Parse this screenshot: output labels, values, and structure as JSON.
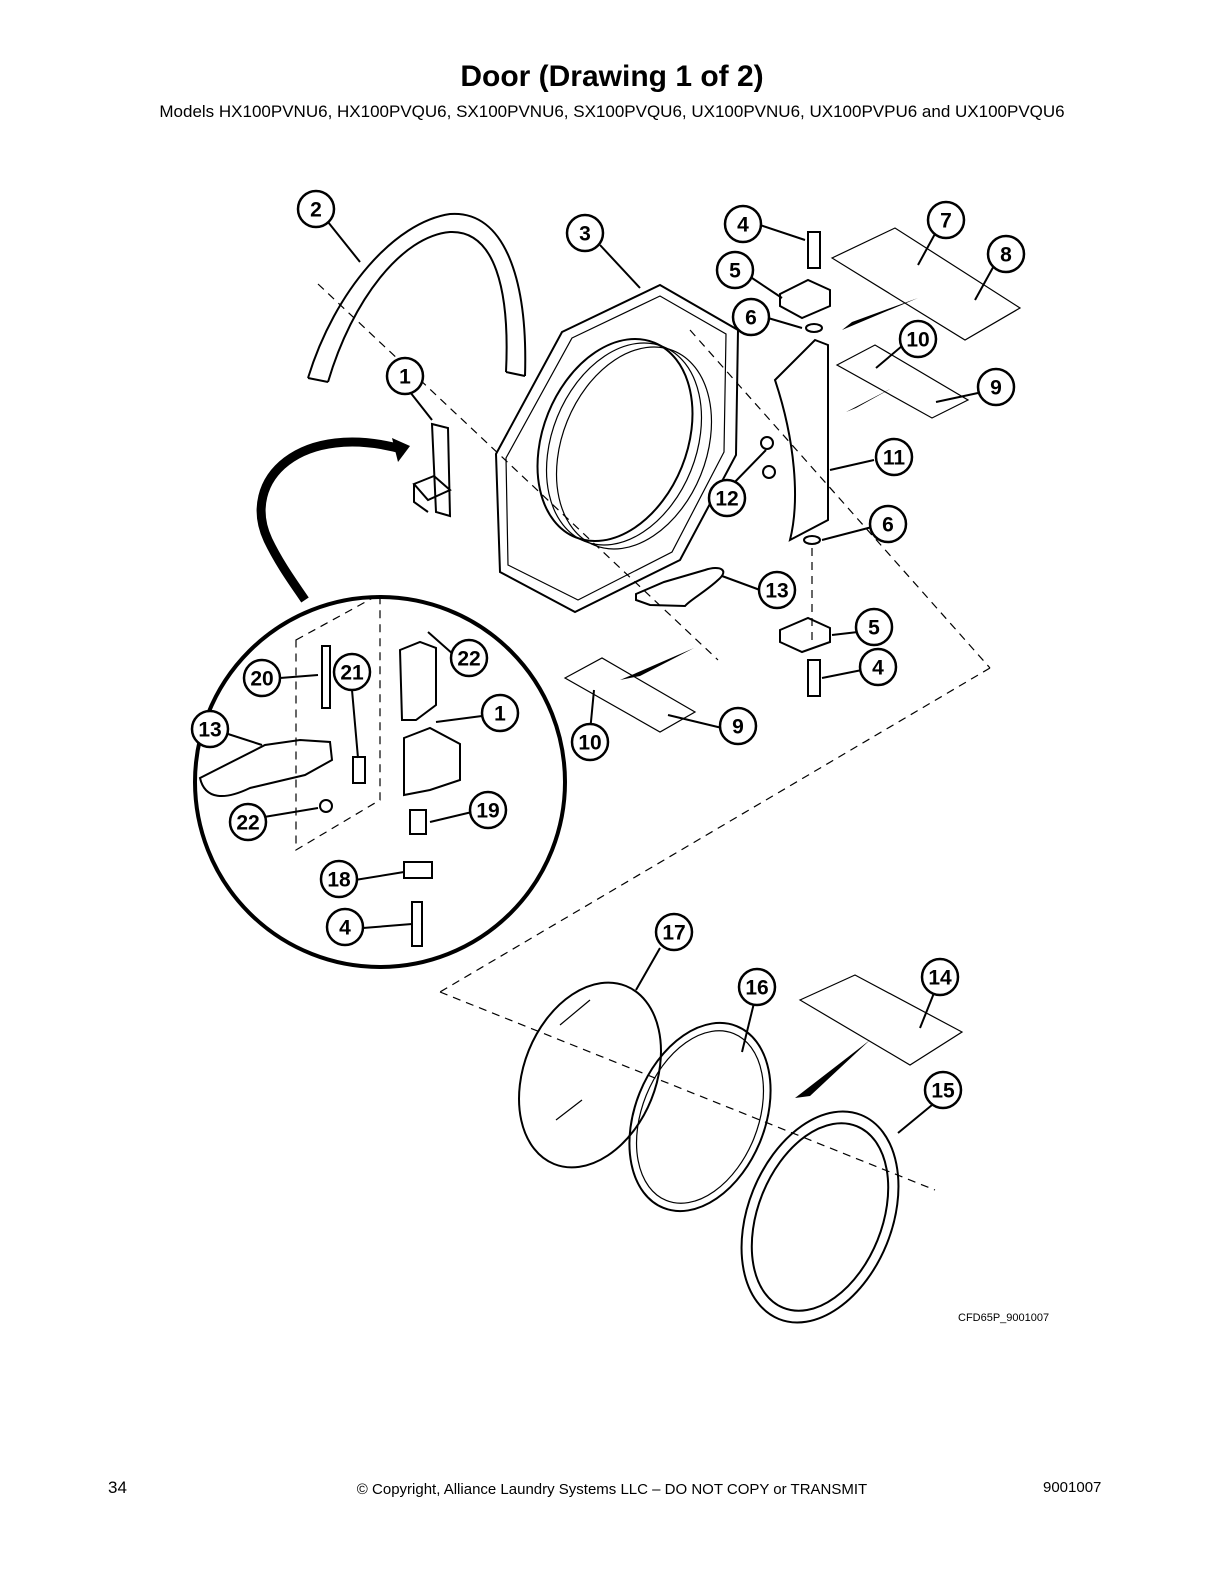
{
  "header": {
    "title": "Door (Drawing 1 of 2)",
    "subtitle": "Models HX100PVNU6, HX100PVQU6, SX100PVNU6, SX100PVQU6, UX100PVNU6, UX100PVPU6 and UX100PVQU6"
  },
  "callouts": [
    "2",
    "3",
    "4",
    "7",
    "8",
    "5",
    "6",
    "10",
    "9",
    "1",
    "11",
    "12",
    "6",
    "13",
    "5",
    "4",
    "22",
    "20",
    "21",
    "1",
    "13",
    "10",
    "9",
    "22",
    "19",
    "18",
    "4",
    "17",
    "16",
    "14",
    "15"
  ],
  "drawing_code": "CFD65P_9001007",
  "footer": {
    "page_number": "34",
    "copyright": "© Copyright, Alliance Laundry Systems LLC – DO NOT COPY or TRANSMIT",
    "doc_number": "9001007"
  }
}
